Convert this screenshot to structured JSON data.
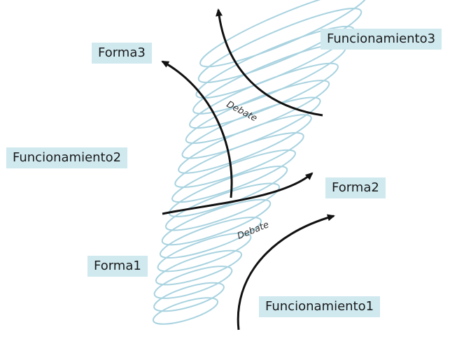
{
  "diagram": {
    "labels": {
      "forma3": "Forma3",
      "funcionamiento3": "Funcionamiento3",
      "funcionamiento2": "Funcionamiento2",
      "forma2": "Forma2",
      "forma1": "Forma1",
      "funcionamiento1": "Funcionamiento1"
    },
    "debate_upper": "Debate",
    "debate_lower": "Debate"
  },
  "colors": {
    "spiral": "#a9d3e0",
    "label_background": "#cfe9ef",
    "arrow": "#111111"
  }
}
